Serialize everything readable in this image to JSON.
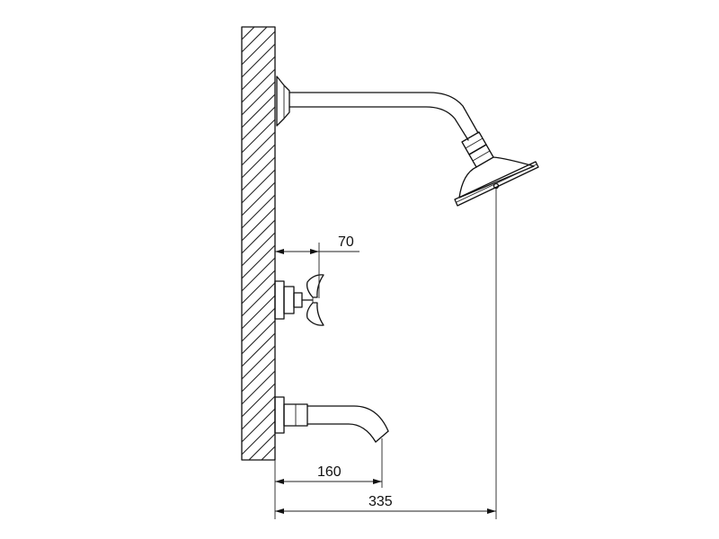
{
  "dimensions": {
    "handle_depth": "70",
    "spout_reach": "160",
    "shower_reach": "335"
  },
  "colors": {
    "line": "#111111",
    "background": "#ffffff"
  }
}
